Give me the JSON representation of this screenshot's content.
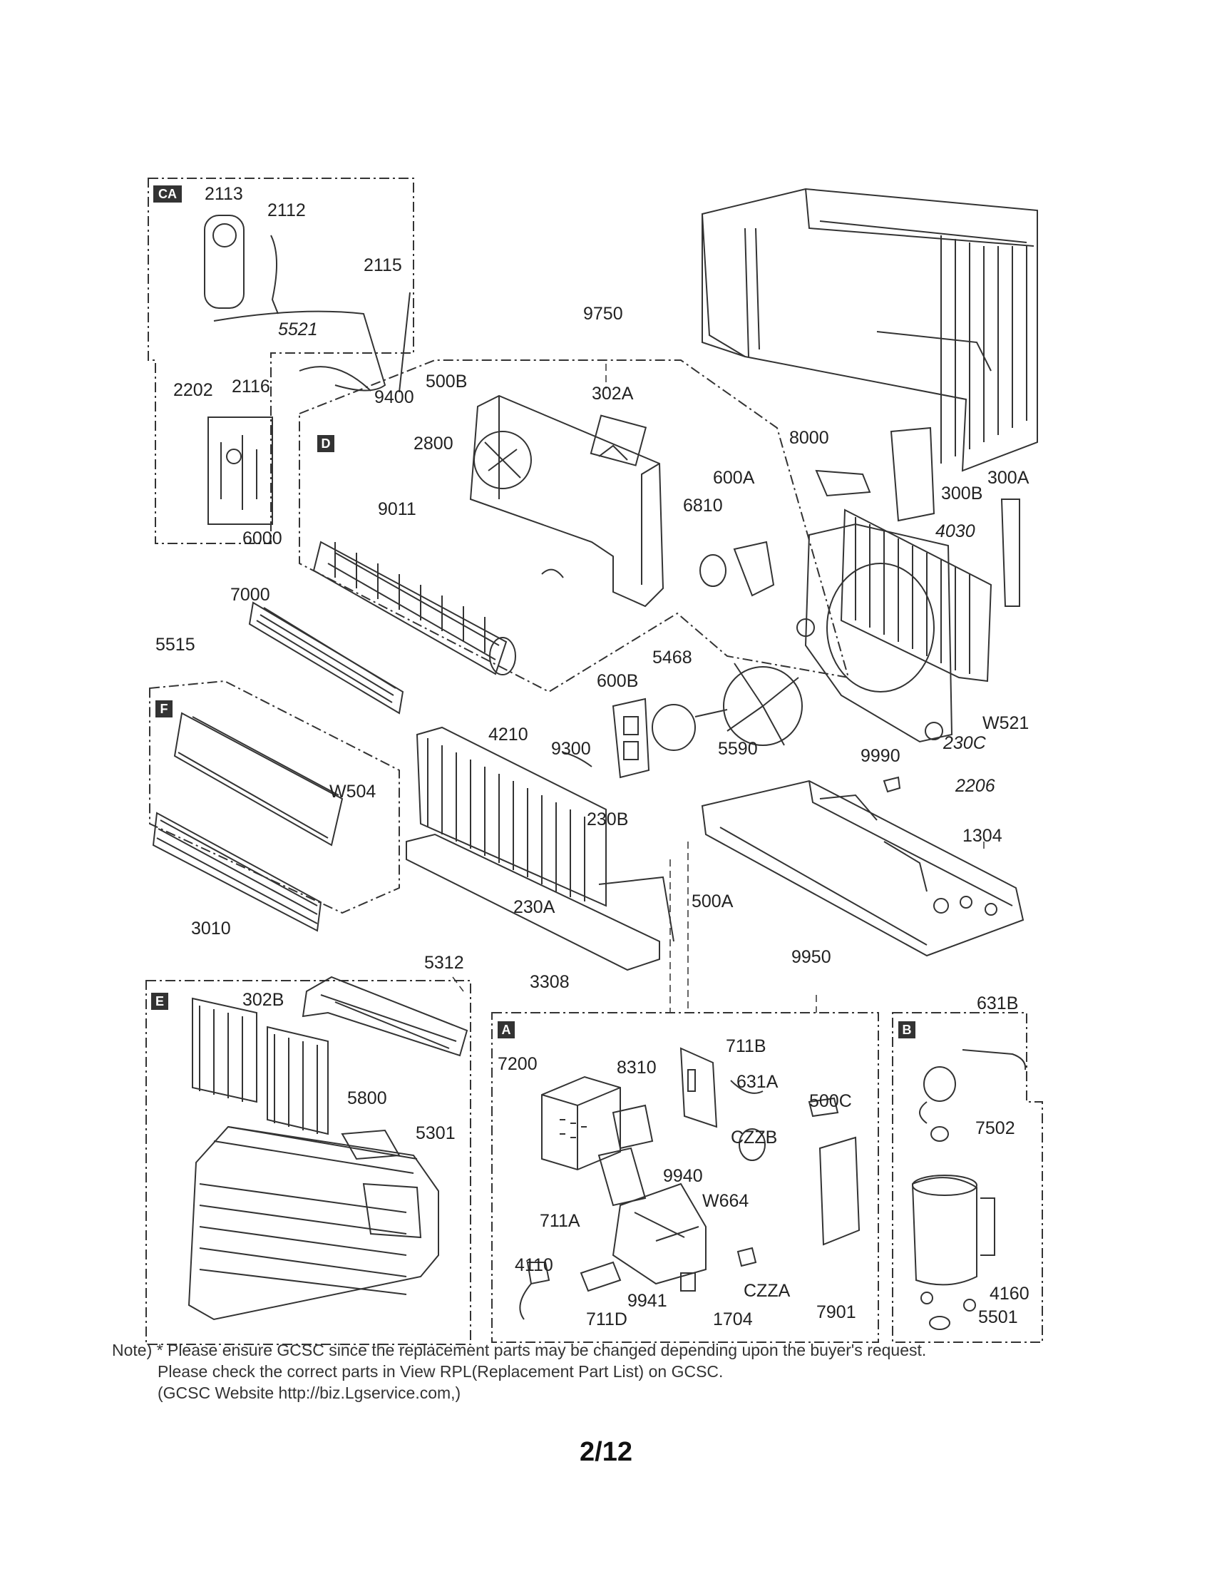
{
  "sections": {
    "CA": "CA",
    "D": "D",
    "F": "F",
    "E": "E",
    "A": "A",
    "B": "B"
  },
  "parts": {
    "p2113": "2113",
    "p2112": "2112",
    "p2115": "2115",
    "p5521": "5521",
    "p2202": "2202",
    "p2116": "2116",
    "p6000": "6000",
    "p9750": "9750",
    "p9400": "9400",
    "p500B": "500B",
    "p302A": "302A",
    "p2800": "2800",
    "p9011": "9011",
    "p600A": "600A",
    "p6810": "6810",
    "p8000": "8000",
    "p300A": "300A",
    "p300B": "300B",
    "p4030": "4030",
    "p7000": "7000",
    "p5515": "5515",
    "p5468": "5468",
    "p600B": "600B",
    "pW521": "W521",
    "p230C": "230C",
    "p9990": "9990",
    "p4210": "4210",
    "p9300": "9300",
    "p5590": "5590",
    "p2206": "2206",
    "pW504": "W504",
    "p230B": "230B",
    "p1304": "1304",
    "p230A": "230A",
    "p500A": "500A",
    "p3010": "3010",
    "p5312": "5312",
    "p3308": "3308",
    "p9950": "9950",
    "p302B": "302B",
    "p631B": "631B",
    "p711B": "711B",
    "p7200": "7200",
    "p8310": "8310",
    "p631A": "631A",
    "p500C": "500C",
    "p5800": "5800",
    "p5301": "5301",
    "pCZZB": "CZZB",
    "p7502": "7502",
    "p9940": "9940",
    "pW664": "W664",
    "p711A": "711A",
    "p4110": "4110",
    "pCZZA": "CZZA",
    "p9941": "9941",
    "p711D": "711D",
    "p1704": "1704",
    "p7901": "7901",
    "p4160": "4160",
    "p5501": "5501"
  },
  "note": {
    "line1": "Note) * Please ensure GCSC since the replacement parts may be changed depending upon the buyer's request.",
    "line2": "Please check  the correct parts in View RPL(Replacement Part List) on GCSC.",
    "line3": "(GCSC Website  http://biz.Lgservice.com,)"
  },
  "page_number": "2/12"
}
